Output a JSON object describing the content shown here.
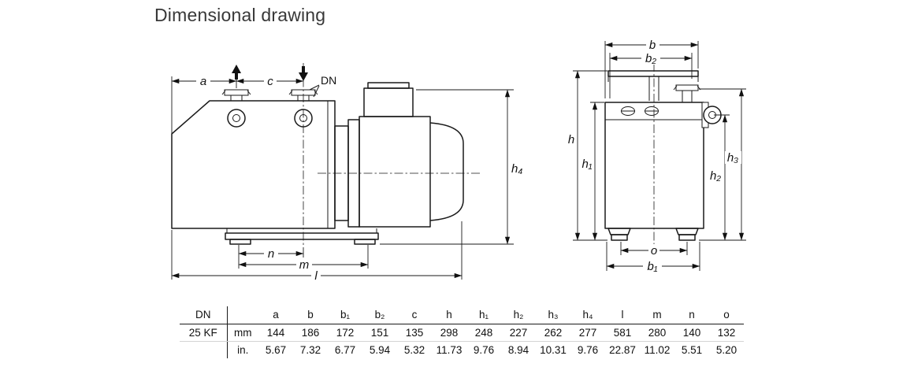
{
  "title": "Dimensional drawing",
  "drawing": {
    "labels": {
      "a": "a",
      "c": "c",
      "dn": "DN",
      "h4": "h₄",
      "n": "n",
      "m": "m",
      "l": "l",
      "b": "b",
      "b2": "b₂",
      "h": "h",
      "h1": "h₁",
      "h2": "h₂",
      "h3": "h₃",
      "o": "o",
      "b1": "b₁"
    }
  },
  "table": {
    "dn_header": "DN",
    "unit_header": "",
    "columns": [
      "a",
      "b",
      "b₁",
      "b₂",
      "c",
      "h",
      "h₁",
      "h₂",
      "h₃",
      "h₄",
      "l",
      "m",
      "n",
      "o"
    ],
    "rows": [
      {
        "dn": "25 KF",
        "unit": "mm",
        "values": [
          "144",
          "186",
          "172",
          "151",
          "135",
          "298",
          "248",
          "227",
          "262",
          "277",
          "581",
          "280",
          "140",
          "132"
        ]
      },
      {
        "dn": "",
        "unit": "in.",
        "values": [
          "5.67",
          "7.32",
          "6.77",
          "5.94",
          "5.32",
          "11.73",
          "9.76",
          "8.94",
          "10.31",
          "9.76",
          "22.87",
          "11.02",
          "5.51",
          "5.20"
        ]
      }
    ]
  }
}
